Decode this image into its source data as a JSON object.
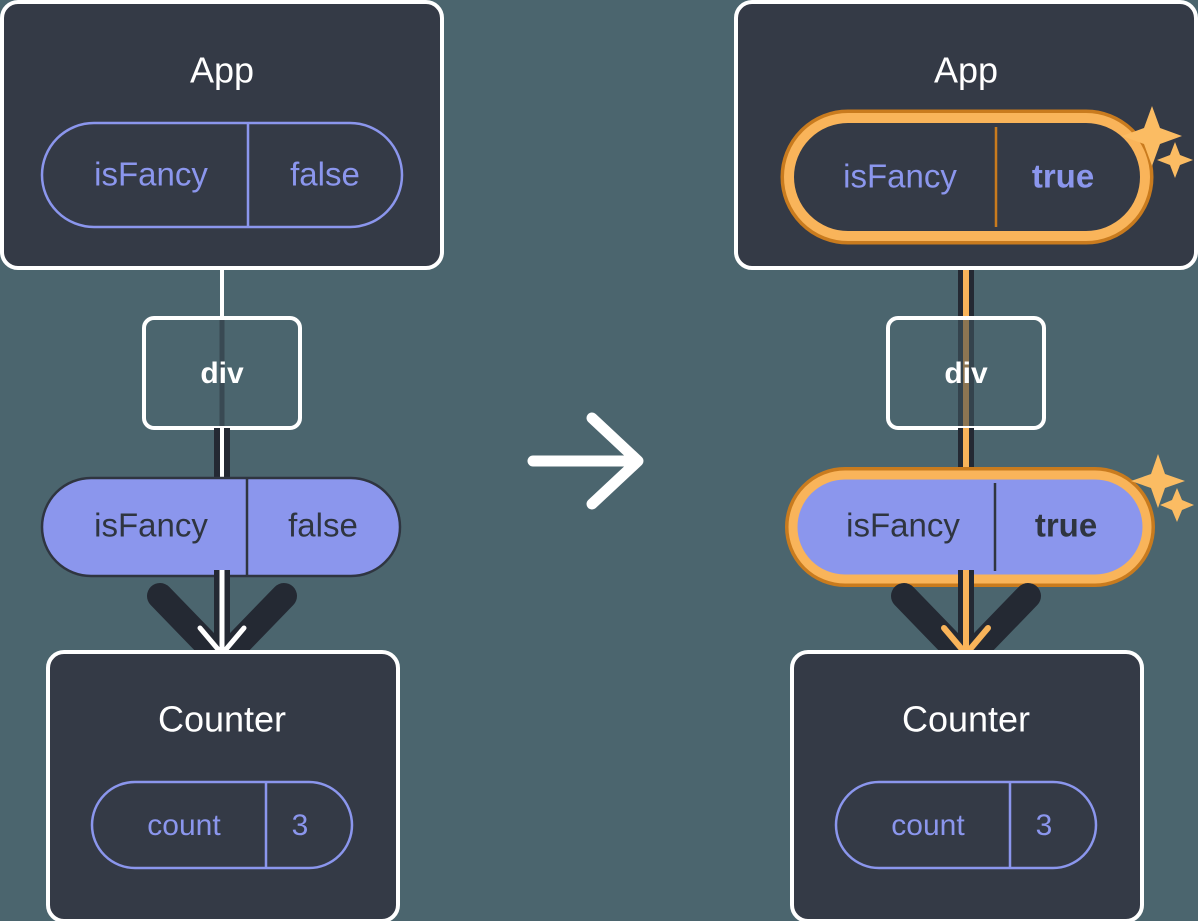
{
  "diagram": {
    "background_color": "#4b656e",
    "panel_color": "#343a46",
    "panel_border_color": "#ffffff",
    "pill_purple": "#8b96ed",
    "pill_outline_text": "#8b96ed",
    "pill_filled_text": "#2f3540",
    "highlight_outer": "#c97b1e",
    "highlight_inner": "#f9b45a",
    "edge_dark": "#242933",
    "edge_light": "#ffffff",
    "sparkle_color": "#fbbc63"
  },
  "transition_arrow": {
    "icon": "arrow-right-icon",
    "direction": "right"
  },
  "before": {
    "app": {
      "title": "App",
      "state": {
        "name": "isFancy",
        "value": "false",
        "style": "outline",
        "highlighted": false,
        "value_bold": false
      }
    },
    "div": {
      "title": "div"
    },
    "prop": {
      "name": "isFancy",
      "value": "false",
      "style": "filled",
      "highlighted": false,
      "value_bold": false
    },
    "counter": {
      "title": "Counter",
      "state": {
        "name": "count",
        "value": "3",
        "style": "outline",
        "highlighted": false,
        "value_bold": false
      }
    }
  },
  "after": {
    "app": {
      "title": "App",
      "state": {
        "name": "isFancy",
        "value": "true",
        "style": "outline",
        "highlighted": true,
        "value_bold": true
      }
    },
    "div": {
      "title": "div"
    },
    "prop": {
      "name": "isFancy",
      "value": "true",
      "style": "filled",
      "highlighted": true,
      "value_bold": true
    },
    "counter": {
      "title": "Counter",
      "state": {
        "name": "count",
        "value": "3",
        "style": "outline",
        "highlighted": false,
        "value_bold": false
      }
    }
  }
}
